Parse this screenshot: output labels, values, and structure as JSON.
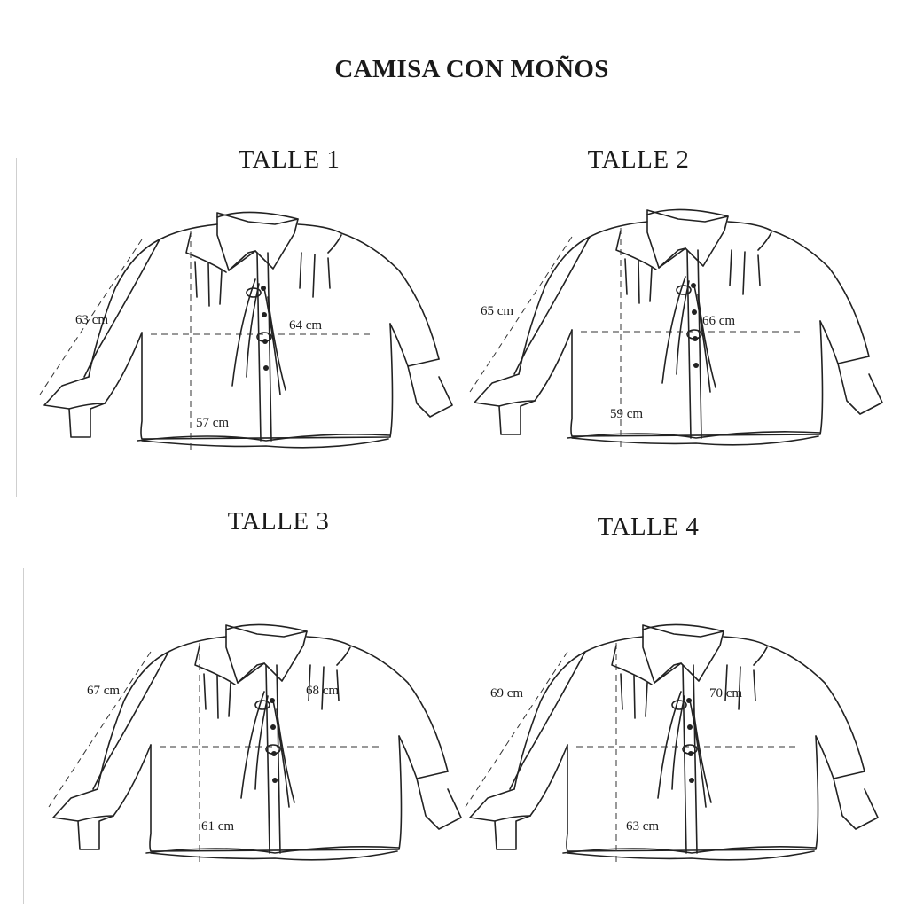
{
  "title": "CAMISA CON MOÑOS",
  "sizes": [
    {
      "label": "TALLE 1",
      "sleeve": "63 cm",
      "chest": "64 cm",
      "length": "57 cm"
    },
    {
      "label": "TALLE 2",
      "sleeve": "65 cm",
      "chest": "66 cm",
      "length": "59 cm"
    },
    {
      "label": "TALLE 3",
      "sleeve": "67 cm",
      "chest": "68 cm",
      "length": "61 cm"
    },
    {
      "label": "TALLE 4",
      "sleeve": "69 cm",
      "chest": "70 cm",
      "length": "63 cm"
    }
  ]
}
